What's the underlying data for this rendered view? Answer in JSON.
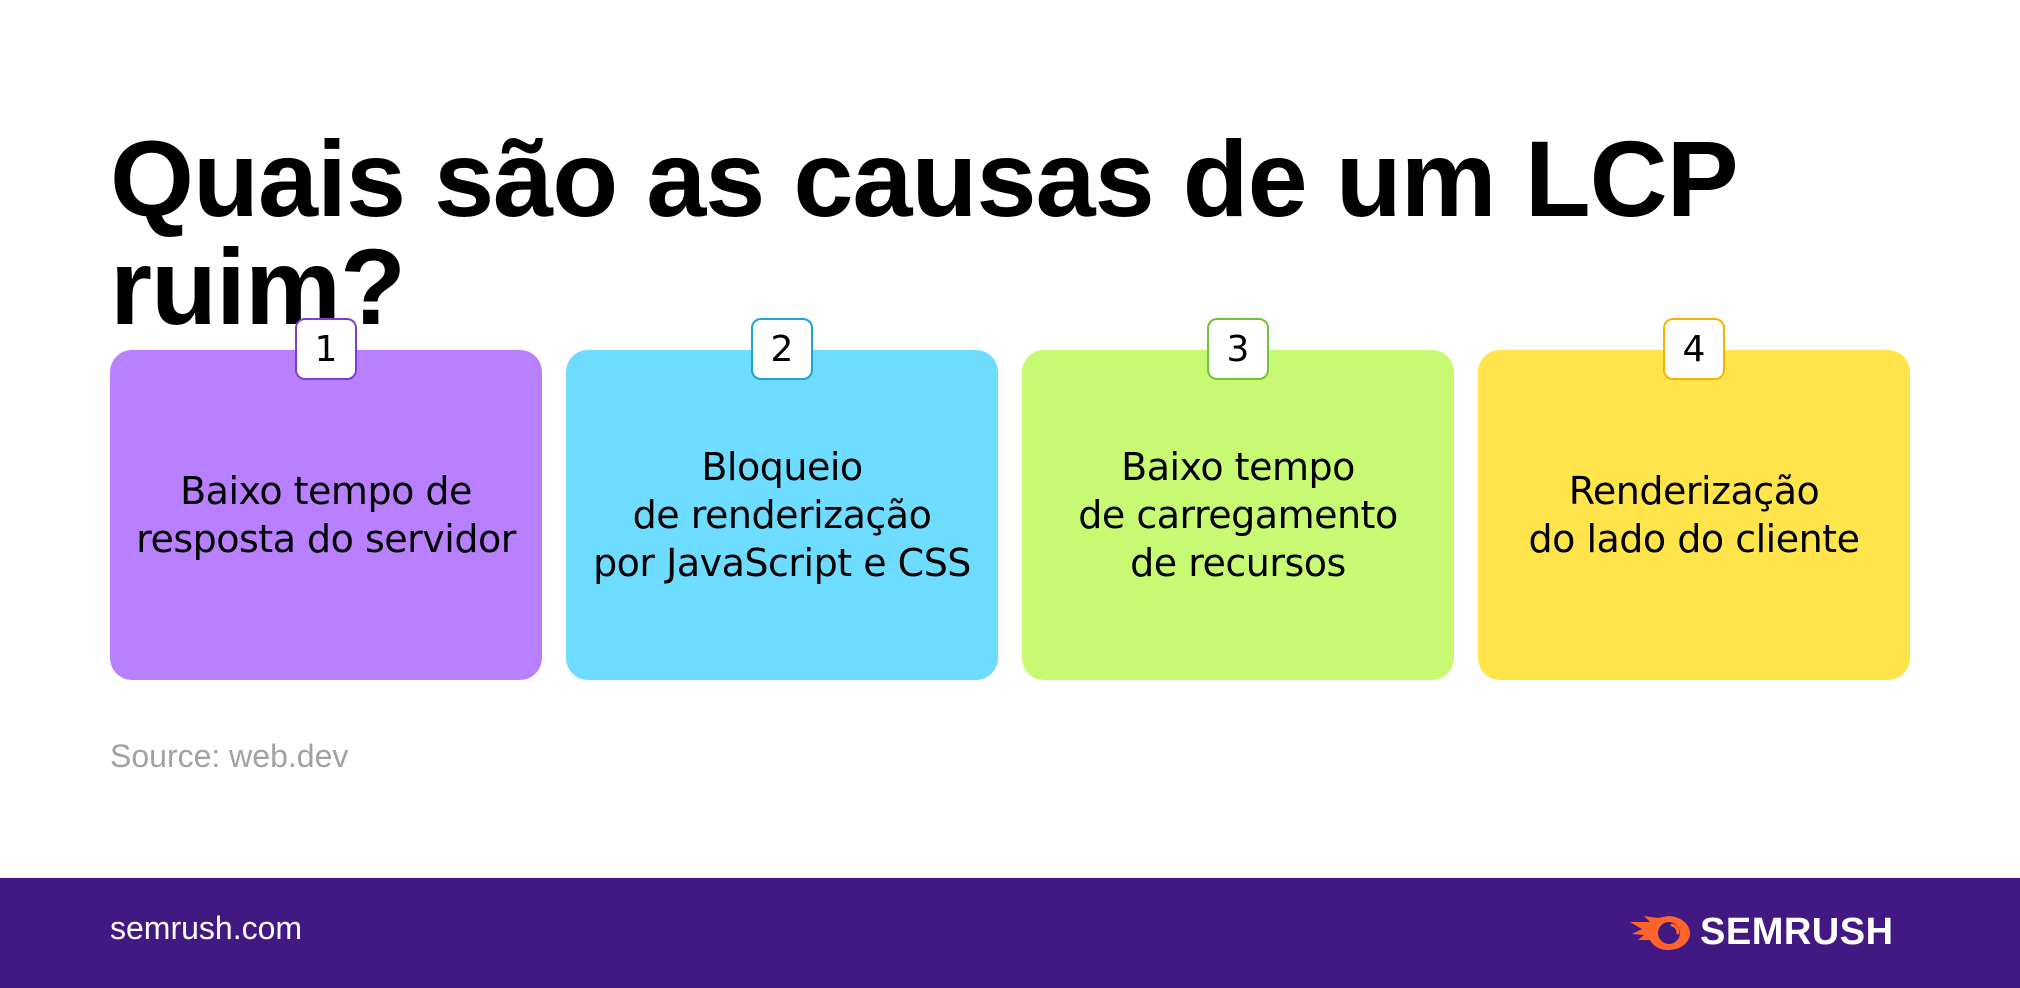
{
  "title": "Quais são as causas de um LCP ruim?",
  "cards": [
    {
      "number": "1",
      "text": "Baixo tempo de\nresposta do servidor",
      "color": "#b880ff",
      "border": "#7a3fd1"
    },
    {
      "number": "2",
      "text": "Bloqueio\nde renderização\npor JavaScript e CSS",
      "color": "#6ddcfe",
      "border": "#1fa2d6"
    },
    {
      "number": "3",
      "text": "Baixo tempo\nde carregamento\nde recursos",
      "color": "#c8f972",
      "border": "#72c23a"
    },
    {
      "number": "4",
      "text": "Renderização\ndo lado do cliente",
      "color": "#ffe54b",
      "border": "#f5b400"
    }
  ],
  "source": "Source: web.dev",
  "footer": {
    "site": "semrush.com",
    "logo_text": "SEMRUSH",
    "logo_icon": "semrush-fireball-icon",
    "background": "#421983",
    "logo_accent": "#ff642d"
  }
}
